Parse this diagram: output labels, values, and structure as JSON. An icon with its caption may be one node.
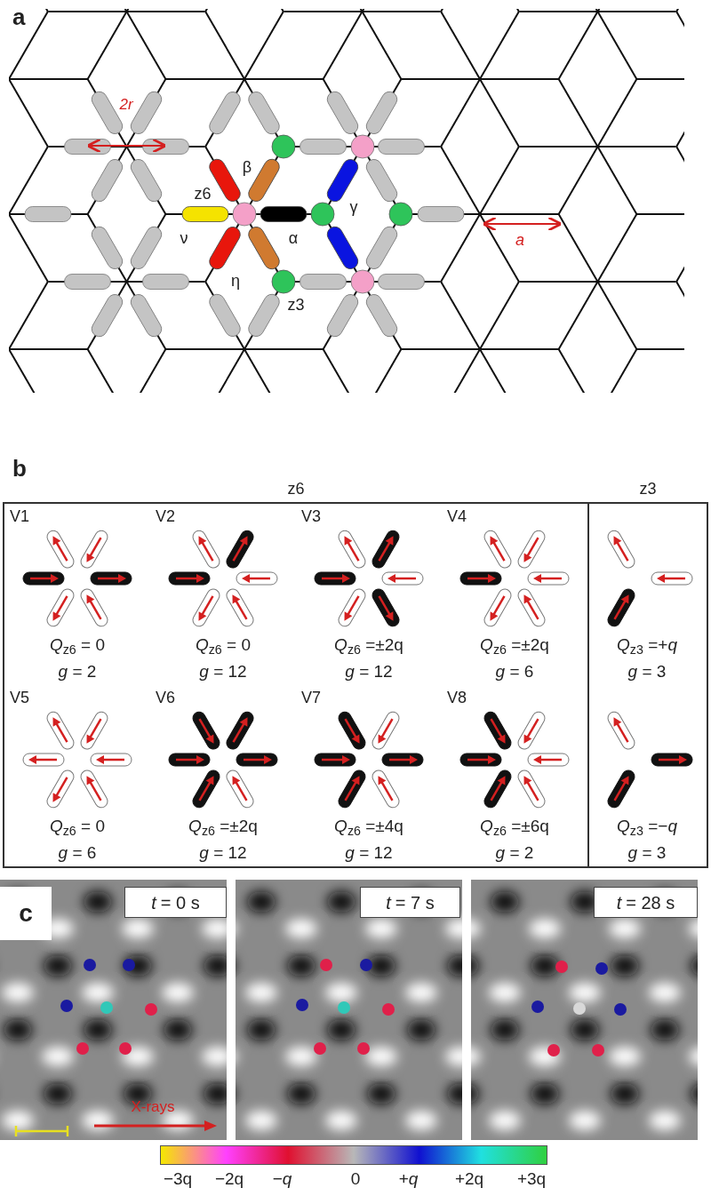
{
  "diagram": {
    "nodes": [
      {
        "text": [
          "z6"
        ]
      },
      {
        "text": [
          "V1",
          "*Q*$_{z6}$ = 0",
          "*g* = 2"
        ],
        "in": 0
      },
      {
        "text": [
          "V2",
          "*Q*$_{z6}$ = 0",
          "*g* = 12"
        ],
        "in": 0
      },
      {
        "text": [
          "V3",
          "*Q*$_{z6}$ =±2q",
          "*g* = 12"
        ],
        "in": 0
      },
      {
        "text": [
          "V4",
          "*Q*$_{z6}$ =±2q",
          "*g* = 6"
        ],
        "in": 0
      },
      {
        "text": [
          "V5",
          "*Q*$_{z6}$ = 0",
          "*g* = 6"
        ],
        "in": 0
      },
      {
        "text": [
          "V6",
          "*Q*$_{z6}$ =±2q",
          "*g* = 12"
        ],
        "in": 0
      },
      {
        "text": [
          "V7",
          "*Q*$_{z6}$ =±4q",
          "*g* = 12"
        ],
        "in": 0
      },
      {
        "text": [
          "V8",
          "*Q*$_{z6}$ =±6q",
          "*g* = 2"
        ],
        "in": 0
      },
      {
        "text": [
          "z3"
        ]
      },
      {
        "text": [
          "*Q*$_{z3}$ =+*q*",
          "*g* = 3"
        ],
        "in": 9
      },
      {
        "text": [
          "*Q*$_{z3}$ =−*q*",
          "*g* = 3"
        ],
        "in": 9
      }
    ],
    "labels": [
      "a",
      "2r",
      "β",
      "z6",
      "γ",
      "ν",
      "α",
      "η",
      "z3",
      "a",
      "b",
      "c",
      "*t* = 0 s",
      "*t* = 7 s",
      "*t* = 28 s",
      "X-rays",
      "−3q",
      "−2q",
      "−*q*",
      "0",
      "+*q*",
      "+2q",
      "+3q"
    ]
  }
}
